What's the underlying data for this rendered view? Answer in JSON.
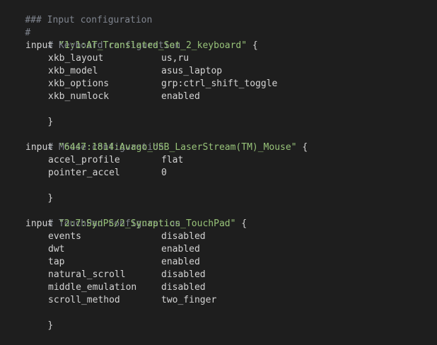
{
  "header": {
    "title_comment": "### Input configuration",
    "hash_line": "#"
  },
  "blocks": [
    {
      "comment": "# Keyboard configuration",
      "keyword": "input",
      "identifier": "\"1:1:AT_Translated_Set_2_keyboard\"",
      "open_brace": "{",
      "close_brace": "}",
      "settings": [
        {
          "key": "xkb_layout",
          "value": "us,ru"
        },
        {
          "key": "xkb_model",
          "value": "asus_laptop"
        },
        {
          "key": "xkb_options",
          "value": "grp:ctrl_shift_toggle"
        },
        {
          "key": "xkb_numlock",
          "value": "enabled"
        }
      ]
    },
    {
      "comment": "# Mouse configuration",
      "keyword": "input",
      "identifier": "\"6447:1814:Avago_USB_LaserStream(TM)_Mouse\"",
      "open_brace": "{",
      "close_brace": "}",
      "settings": [
        {
          "key": "accel_profile",
          "value": "flat"
        },
        {
          "key": "pointer_accel",
          "value": "0"
        }
      ]
    },
    {
      "comment": "# TouchPad configuration",
      "keyword": "input",
      "identifier": "\"2:7:SynPS/2_Synaptics_TouchPad\"",
      "open_brace": "{",
      "close_brace": "}",
      "settings": [
        {
          "key": "events",
          "value": "disabled"
        },
        {
          "key": "dwt",
          "value": "enabled"
        },
        {
          "key": "tap",
          "value": "enabled"
        },
        {
          "key": "natural_scroll",
          "value": "disabled"
        },
        {
          "key": "middle_emulation",
          "value": "disabled"
        },
        {
          "key": "scroll_method",
          "value": "two_finger"
        }
      ]
    }
  ],
  "colors": {
    "background": "#1e1e1e",
    "comment": "#7f848e",
    "text": "#d4d4d4",
    "string": "#98c379"
  }
}
